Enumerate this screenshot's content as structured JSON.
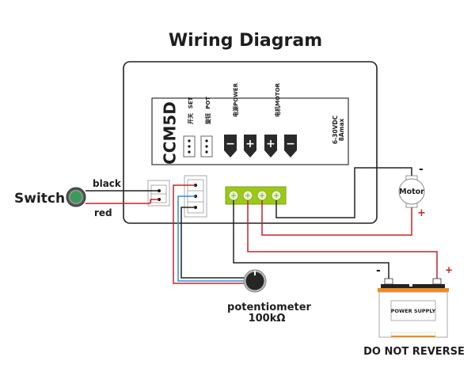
{
  "title": "Wiring Diagram",
  "controller": {
    "model": "CCM5D",
    "port_set_label_cn": "开关",
    "port_set_label": "SET",
    "port_pot_label_cn": "旋钮",
    "port_pot_label": "POT",
    "power_label_cn": "电源",
    "power_label": "POWER",
    "motor_label_cn": "电机",
    "motor_label": "MOTOR",
    "terminal_signs": [
      "−",
      "+",
      "+",
      "−"
    ],
    "rating_voltage": "6-30VDC",
    "rating_current": "8Amax"
  },
  "switch": {
    "label": "Switch",
    "wire_top": "black",
    "wire_bottom": "red",
    "color": "#3a9a5a"
  },
  "motor": {
    "label": "Motor",
    "minus": "-",
    "plus": "+"
  },
  "potentiometer": {
    "label": "potentiometer",
    "value": "100kΩ"
  },
  "power_supply": {
    "label": "POWER SUPPLY",
    "minus": "-",
    "plus": "+",
    "warning": "DO NOT REVERSE",
    "accent": "#f28a1a"
  },
  "colors": {
    "wire_black": "#222222",
    "wire_red": "#c0262d",
    "wire_blue": "#2f8fd0",
    "terminal_green": "#9bc91a"
  }
}
